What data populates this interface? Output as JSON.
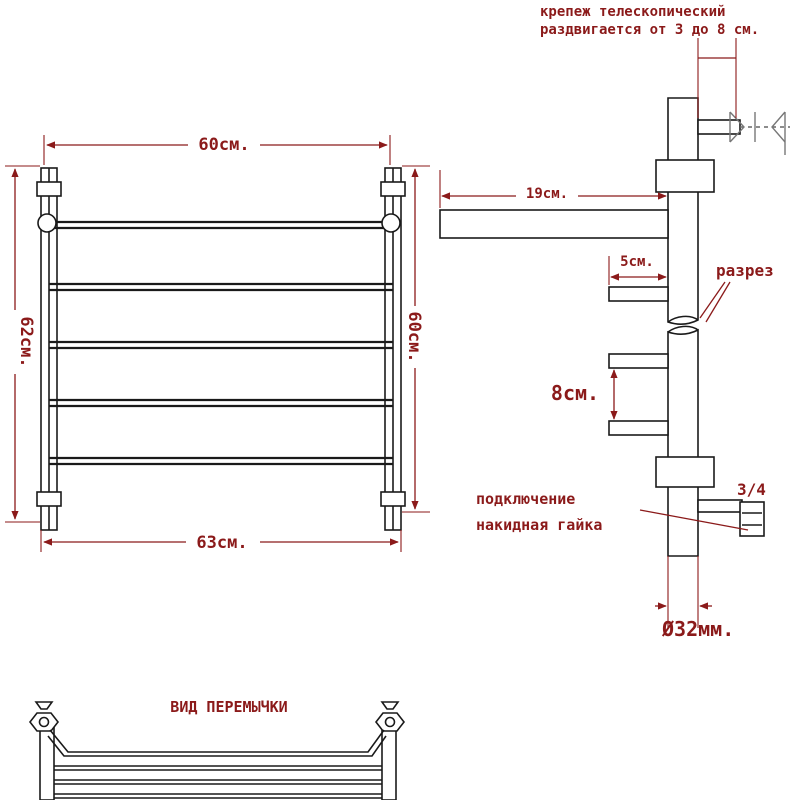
{
  "labels": {
    "telescopic_line1": "крепеж телескопический",
    "telescopic_line2": "раздвигается от 3 до 8 см.",
    "width_top": "60см.",
    "width_bottom": "63см.",
    "height_left": "62см.",
    "height_right": "60см.",
    "depth_19": "19см.",
    "depth_5": "5см.",
    "pitch_8": "8см.",
    "section": "разрез",
    "thread": "3/4",
    "connection_line1": "подключение",
    "connection_line2": "накидная гайка",
    "diameter": "Ø32мм.",
    "bridge_view": "ВИД ПЕРЕМЫЧКИ"
  },
  "colors": {
    "annotation": "#8b1a1a",
    "drawing": "#1a1a1a"
  }
}
